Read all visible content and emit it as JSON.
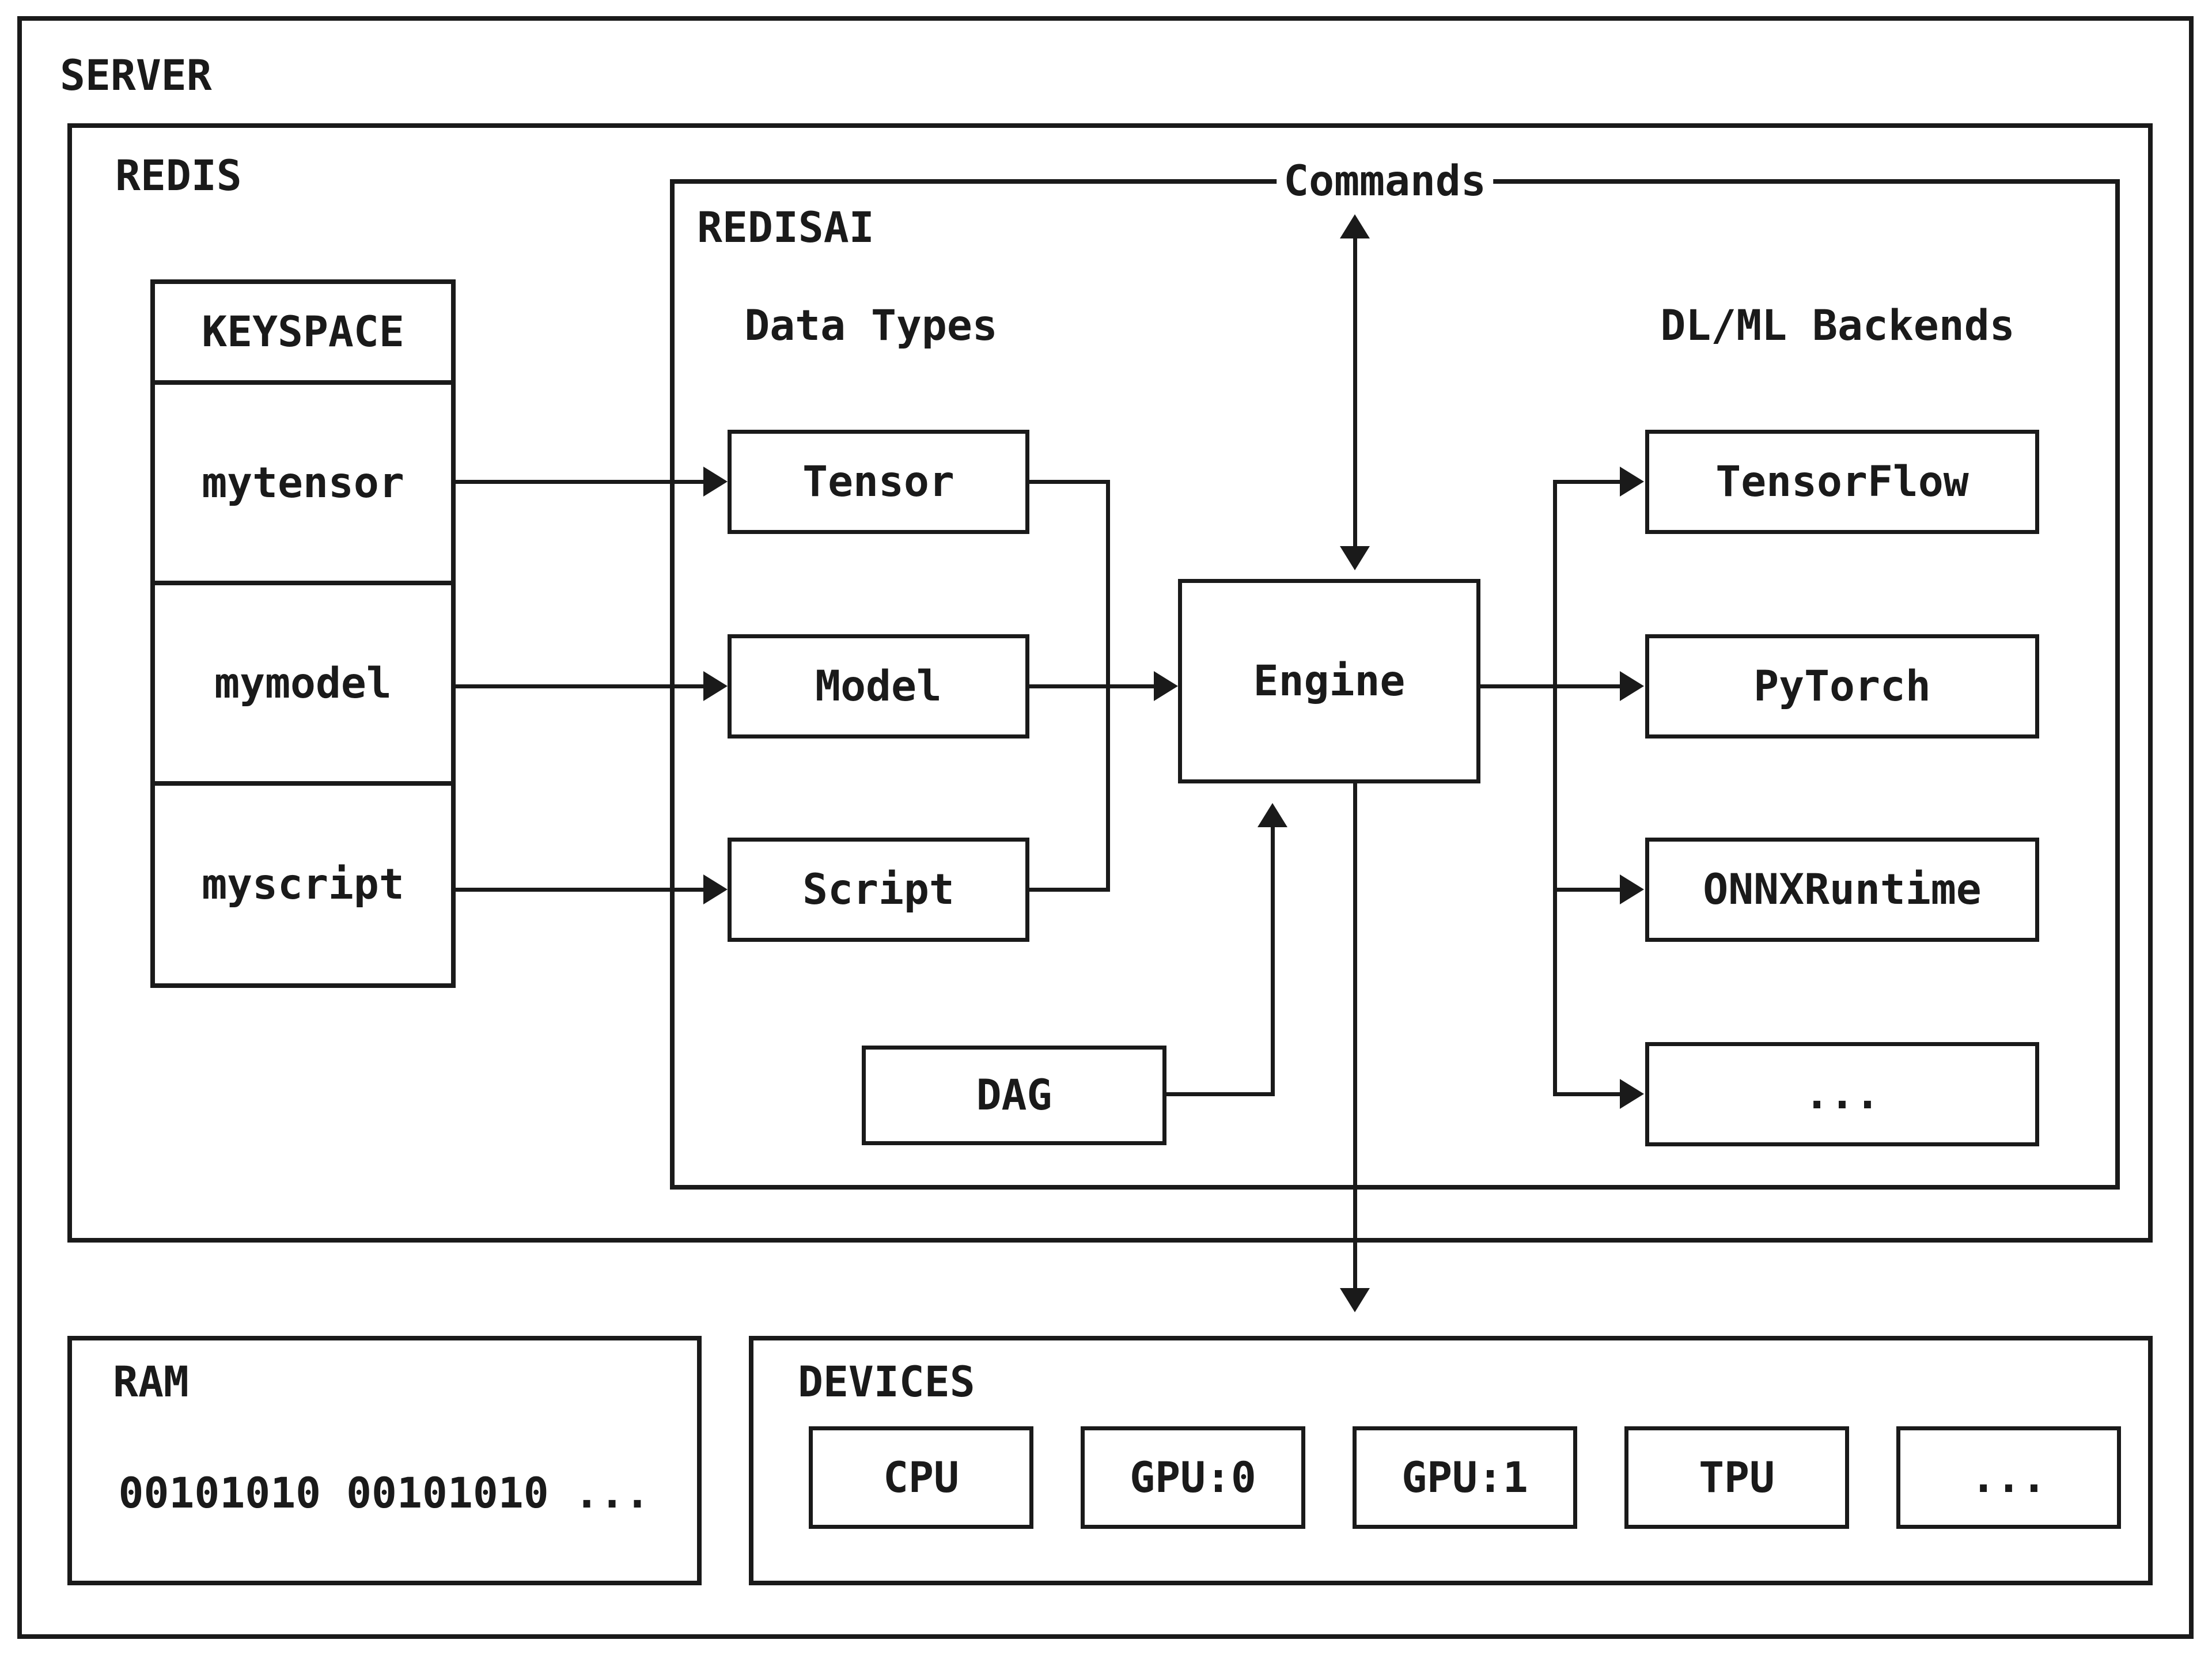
{
  "colors": {
    "background": "#ffffff",
    "line": "#1a1a1a",
    "text": "#1a1a1a"
  },
  "server": {
    "label": "SERVER"
  },
  "redis": {
    "label": "REDIS"
  },
  "keyspace": {
    "header": "KEYSPACE",
    "keys": [
      "mytensor",
      "mymodel",
      "myscript"
    ]
  },
  "redisai": {
    "label": "REDISAI",
    "commands_label": "Commands",
    "data_types_heading": "Data Types",
    "backends_heading": "DL/ML Backends",
    "data_types": [
      "Tensor",
      "Model",
      "Script"
    ],
    "engine_label": "Engine",
    "dag_label": "DAG",
    "backends": [
      "TensorFlow",
      "PyTorch",
      "ONNXRuntime",
      "..."
    ]
  },
  "ram": {
    "label": "RAM",
    "content": "00101010 00101010 ..."
  },
  "devices": {
    "label": "DEVICES",
    "items": [
      "CPU",
      "GPU:0",
      "GPU:1",
      "TPU",
      "..."
    ]
  }
}
